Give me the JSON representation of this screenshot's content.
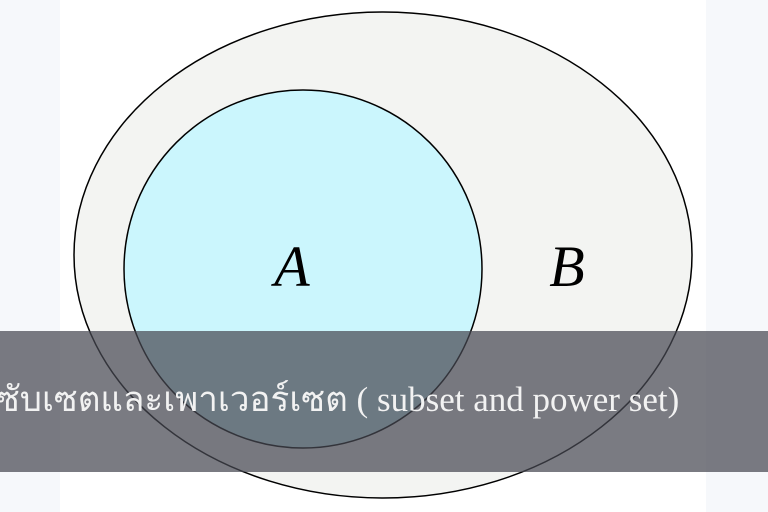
{
  "diagram": {
    "set_a_label": "A",
    "set_b_label": "B",
    "colors": {
      "set_a_fill": "#cbf6fd",
      "set_b_fill": "#f3f4f2",
      "stroke": "#000000"
    }
  },
  "caption": {
    "title": "ซับเซตและเพาเวอร์เซต ( subset and power set)"
  }
}
